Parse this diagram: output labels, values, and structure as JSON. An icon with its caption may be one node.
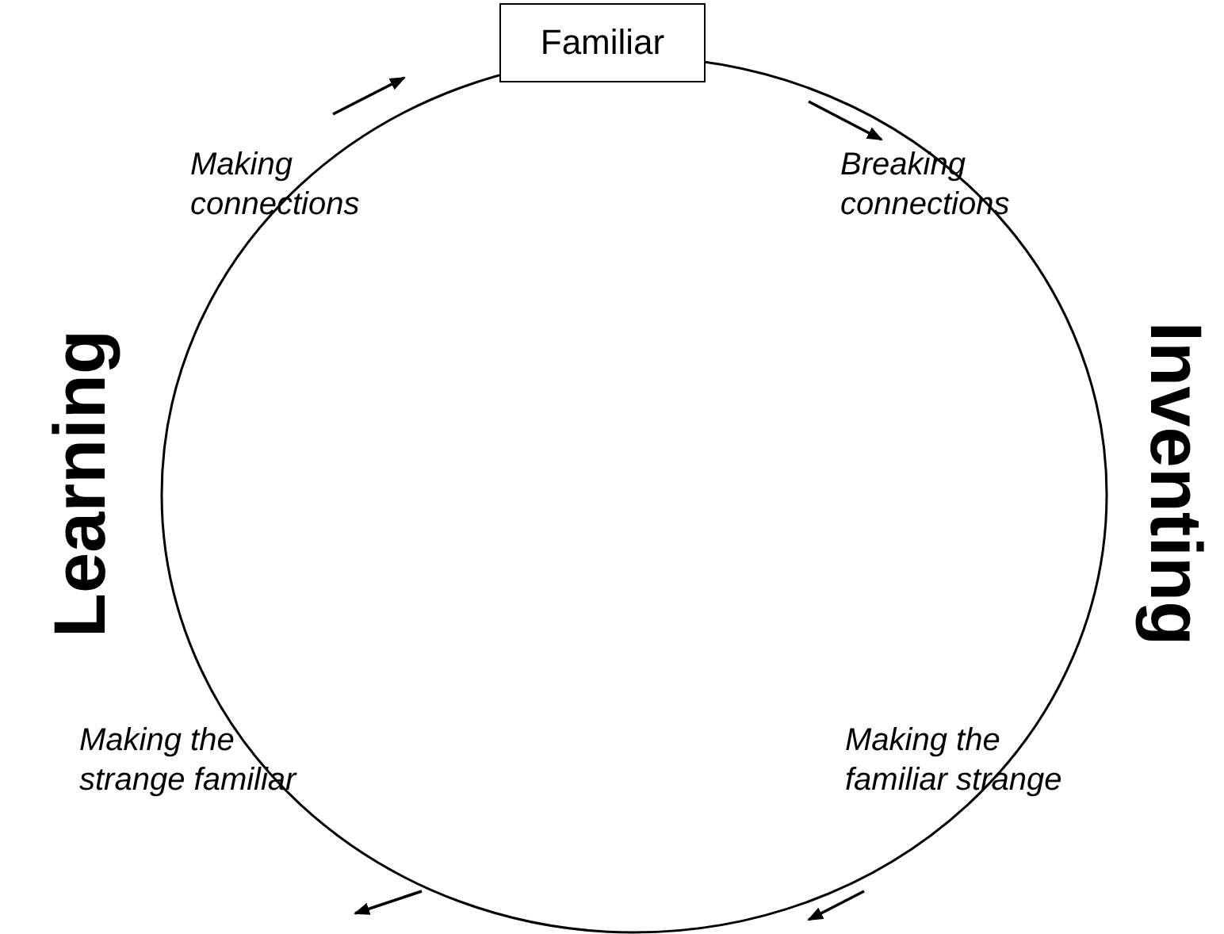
{
  "diagram": {
    "nodes": [
      {
        "text": [
          "Familiar"
        ]
      }
    ],
    "labels": [
      "Making connections",
      "Breaking connections",
      "Learning",
      "Inventing",
      "Making the strange familiar",
      "Making the familiar strange"
    ]
  }
}
